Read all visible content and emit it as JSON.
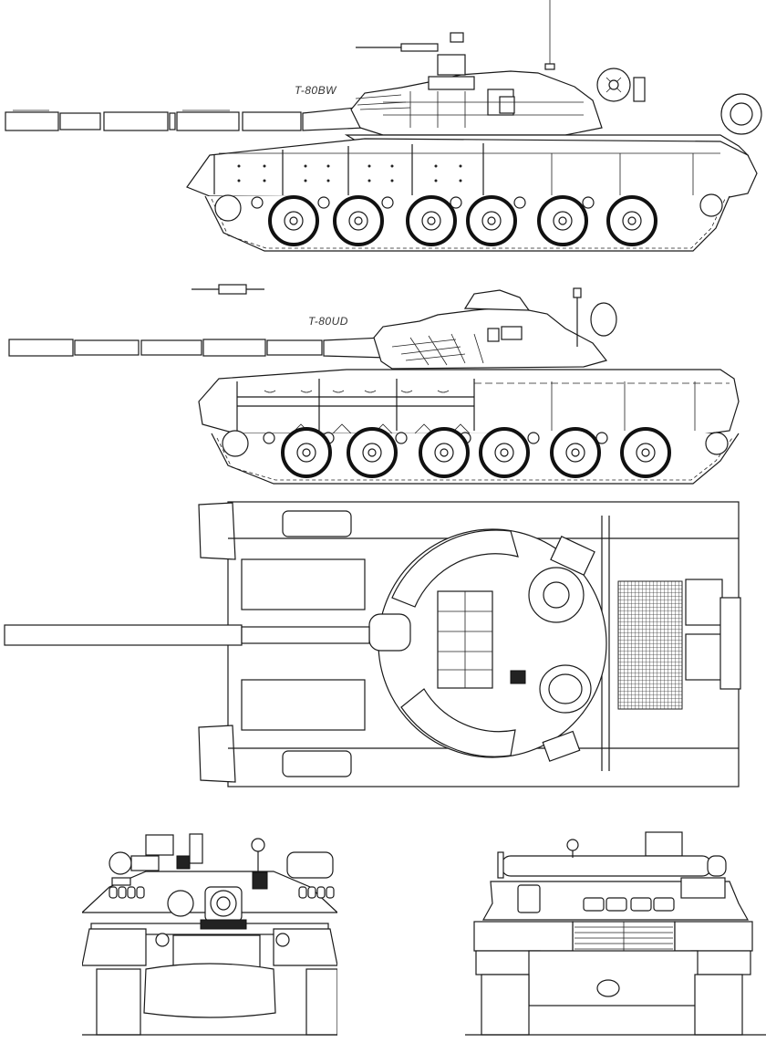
{
  "diagram": {
    "title": "T-80 tank technical line drawings",
    "background": "#ffffff",
    "line_color": "#1a1a1a",
    "views": [
      {
        "id": "side-t80bw",
        "label": "T-80BW",
        "type": "left side elevation",
        "road_wheels": 6
      },
      {
        "id": "side-t80ud",
        "label": "T-80UD",
        "type": "left side elevation",
        "road_wheels": 6
      },
      {
        "id": "top",
        "label": "",
        "type": "top plan view"
      },
      {
        "id": "front",
        "label": "",
        "type": "front elevation"
      },
      {
        "id": "rear",
        "label": "",
        "type": "rear elevation"
      }
    ]
  },
  "labels": {
    "t80bw": "T-80BW",
    "t80ud": "T-80UD"
  }
}
